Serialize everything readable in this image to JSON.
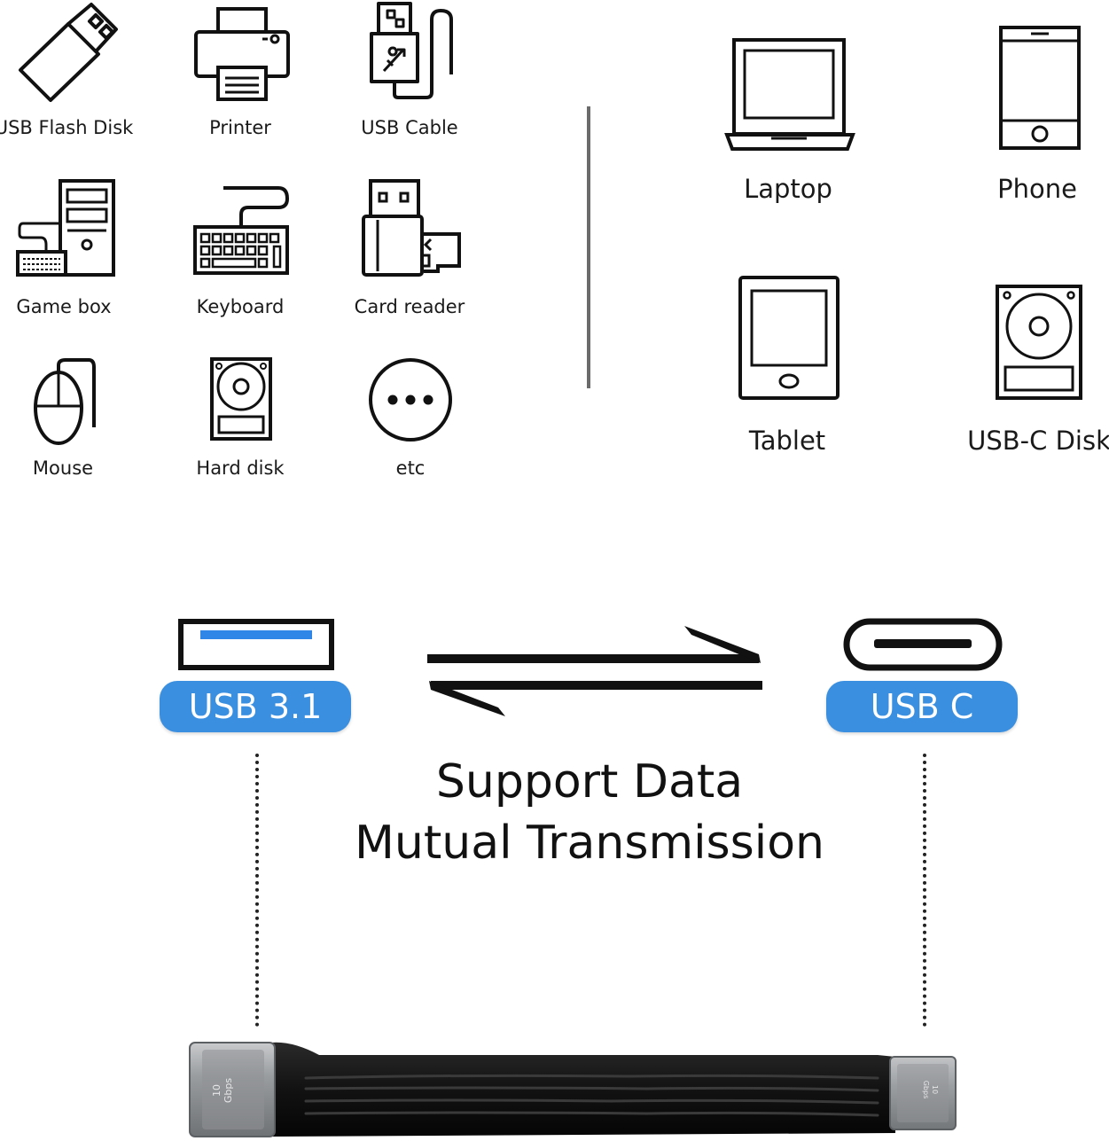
{
  "devices_small": [
    {
      "label": "USB Flash Disk",
      "icon": "usb-flash-disk-icon"
    },
    {
      "label": "Printer",
      "icon": "printer-icon"
    },
    {
      "label": "USB Cable",
      "icon": "usb-cable-icon"
    },
    {
      "label": "Game box",
      "icon": "game-box-icon"
    },
    {
      "label": "Keyboard",
      "icon": "keyboard-icon"
    },
    {
      "label": "Card reader",
      "icon": "card-reader-icon"
    },
    {
      "label": "Mouse",
      "icon": "mouse-icon"
    },
    {
      "label": "Hard disk",
      "icon": "hard-disk-icon"
    },
    {
      "label": "etc",
      "icon": "ellipsis-icon"
    }
  ],
  "devices_large": [
    {
      "label": "Laptop",
      "icon": "laptop-icon"
    },
    {
      "label": "Phone",
      "icon": "phone-icon"
    },
    {
      "label": "Tablet",
      "icon": "tablet-icon"
    },
    {
      "label": "USB-C Disk",
      "icon": "usb-c-disk-icon"
    }
  ],
  "connectors": {
    "left_label": "USB 3.1",
    "right_label": "USB C",
    "accent": "#3a8fe0",
    "port_accent": "#2f86e6"
  },
  "headline": {
    "line1": "Support Data",
    "line2": "Mutual Transmission"
  },
  "cable": {
    "left_text_1": "10",
    "left_text_2": "Gbps",
    "right_text_1": "10",
    "right_text_2": "Gbps",
    "body_color": "#121212",
    "metal_color": "#8d9093"
  }
}
